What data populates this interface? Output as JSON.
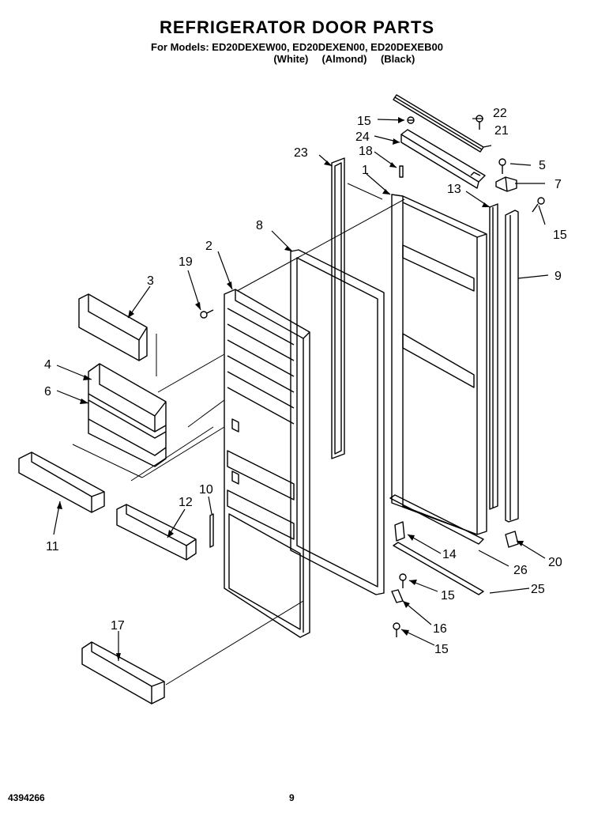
{
  "title": "REFRIGERATOR DOOR PARTS",
  "models_line": "For Models: ED20DEXEW00, ED20DEXEN00, ED20DEXEB00",
  "colors": [
    "(White)",
    "(Almond)",
    "(Black)"
  ],
  "footer": {
    "doc_number": "4394266",
    "page": "9"
  },
  "callouts": [
    "22",
    "15",
    "21",
    "24",
    "18",
    "5",
    "23",
    "1",
    "7",
    "13",
    "15",
    "8",
    "2",
    "9",
    "19",
    "3",
    "4",
    "6",
    "10",
    "12",
    "11",
    "14",
    "26",
    "20",
    "15",
    "25",
    "16",
    "15",
    "17"
  ]
}
